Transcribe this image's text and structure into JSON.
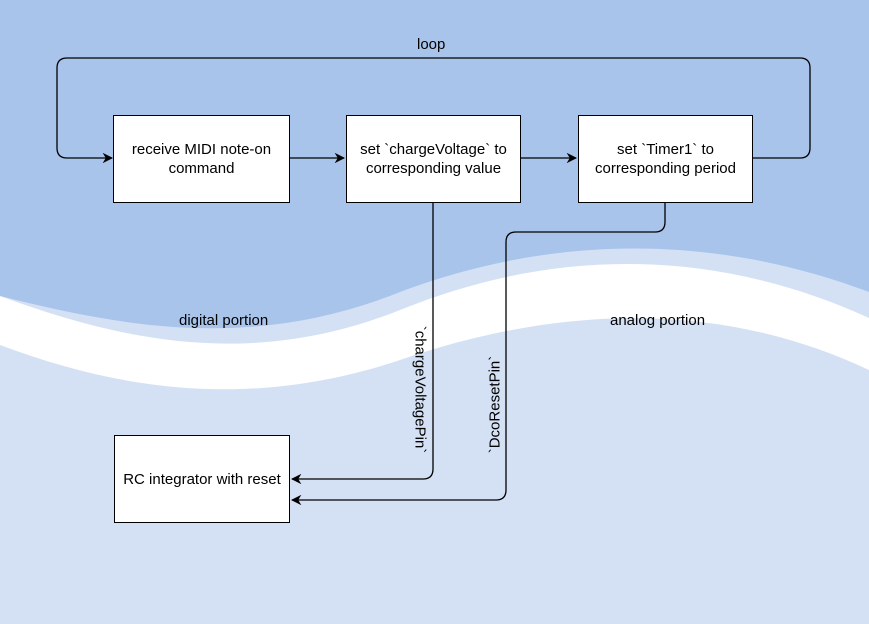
{
  "labels": {
    "loop": "loop",
    "digital": "digital portion",
    "analog": "analog portion",
    "charge_pin": "`chargeVoltagePin`",
    "reset_pin": "`DcoResetPin`"
  },
  "nodes": {
    "midi": "receive MIDI note-on command",
    "charge": "set `chargeVoltage` to corresponding value",
    "timer": "set `Timer1` to corresponding period",
    "rc": "RC integrator with reset"
  },
  "colors": {
    "digital_region": "#a9c4eb",
    "analog_region": "#d4e1f5",
    "separator": "#ffffff",
    "edge": "#000000"
  }
}
